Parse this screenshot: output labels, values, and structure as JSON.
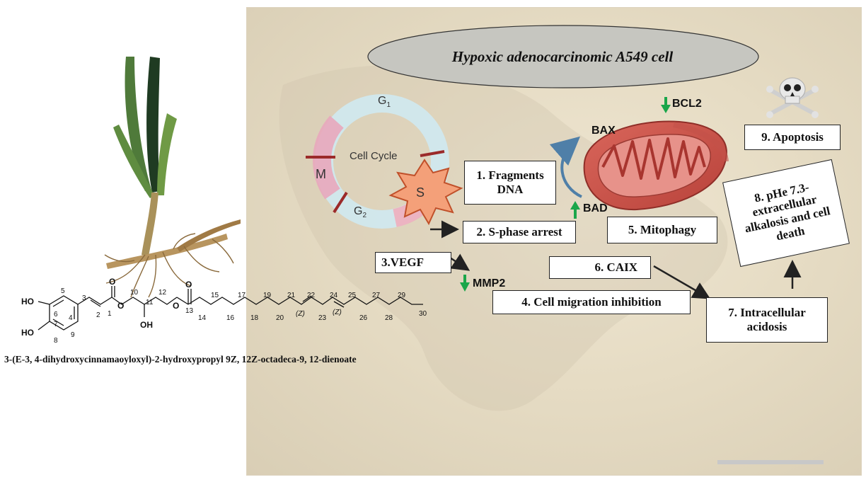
{
  "title": "Hypoxic adenocarcinomic A549 cell",
  "cell_cycle": {
    "label": "Cell Cycle",
    "g1": "G",
    "g1_sub": "1",
    "g2": "G",
    "g2_sub": "2",
    "m": "M",
    "s": "S"
  },
  "steps": {
    "s1": "1. Fragments DNA",
    "s2": "2. S-phase arrest",
    "s3": "3.VEGF",
    "s4": "4. Cell migration inhibition",
    "s5": "5. Mitophagy",
    "s6": "6. CAIX",
    "s7": "7. Intracellular acidosis",
    "s8": "8. pHe 7.3- extracellular alkalosis and cell death",
    "s9": "9. Apoptosis"
  },
  "proteins": {
    "mmp2": "MMP2",
    "bcl2": "BCL2",
    "bax": "BAX",
    "bad": "BAD"
  },
  "compound": {
    "name": "3-(E-3, 4-dihydroxycinnamaoyloxyl)-2-hydroxypropyl 9Z, 12Z-octadeca-9, 12-dienoate",
    "atoms": {
      "ho_top": "HO",
      "ho_bottom": "HO",
      "oh": "OH",
      "o1": "O",
      "o2": "O",
      "o3": "O",
      "o4": "O",
      "z1": "(Z)",
      "z2": "(Z)"
    },
    "numbers": [
      "1",
      "2",
      "3",
      "4",
      "5",
      "6",
      "7",
      "8",
      "9",
      "10",
      "11",
      "12",
      "13",
      "14",
      "15",
      "16",
      "17",
      "18",
      "19",
      "20",
      "21",
      "22",
      "23",
      "24",
      "25",
      "26",
      "27",
      "28",
      "29",
      "30"
    ]
  },
  "colors": {
    "down_arrow": "#1aa64a",
    "up_arrow": "#1aa64a",
    "mito_outer": "#c9534a",
    "mito_inner": "#a8352f",
    "ellipse_fill": "#c6c6c0",
    "cycle_blue": "#bfe3ee",
    "cycle_pink": "#e8a7bd",
    "s_burst": "#f4a079"
  },
  "icons": [
    "skull-crossbones-icon",
    "green-down-arrow-icon",
    "green-up-arrow-icon",
    "black-arrow-icon",
    "plant-illustration",
    "mitochondrion-illustration"
  ]
}
